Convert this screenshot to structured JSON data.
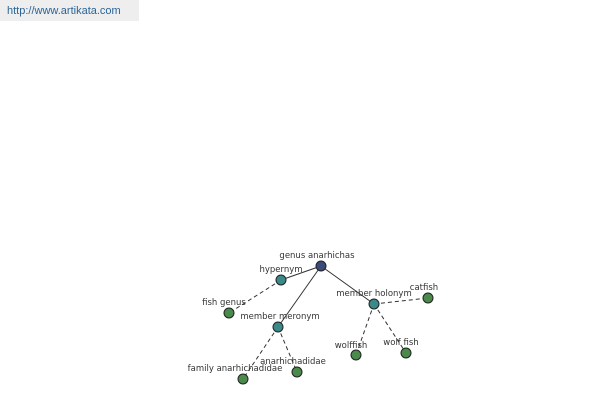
{
  "url": "http://www.artikata.com",
  "colors": {
    "root": "#3a4a7a",
    "relation": "#3a8a8a",
    "leaf": "#4a8a4a",
    "edge": "#333333"
  },
  "graph": {
    "root": "genus anarhichas",
    "relations": [
      "hypernym",
      "member meronym",
      "member holonym"
    ],
    "leaves": [
      "fish genus",
      "family anarhichadidae",
      "anarhichadidae",
      "wolffish",
      "wolf fish",
      "catfish"
    ]
  }
}
